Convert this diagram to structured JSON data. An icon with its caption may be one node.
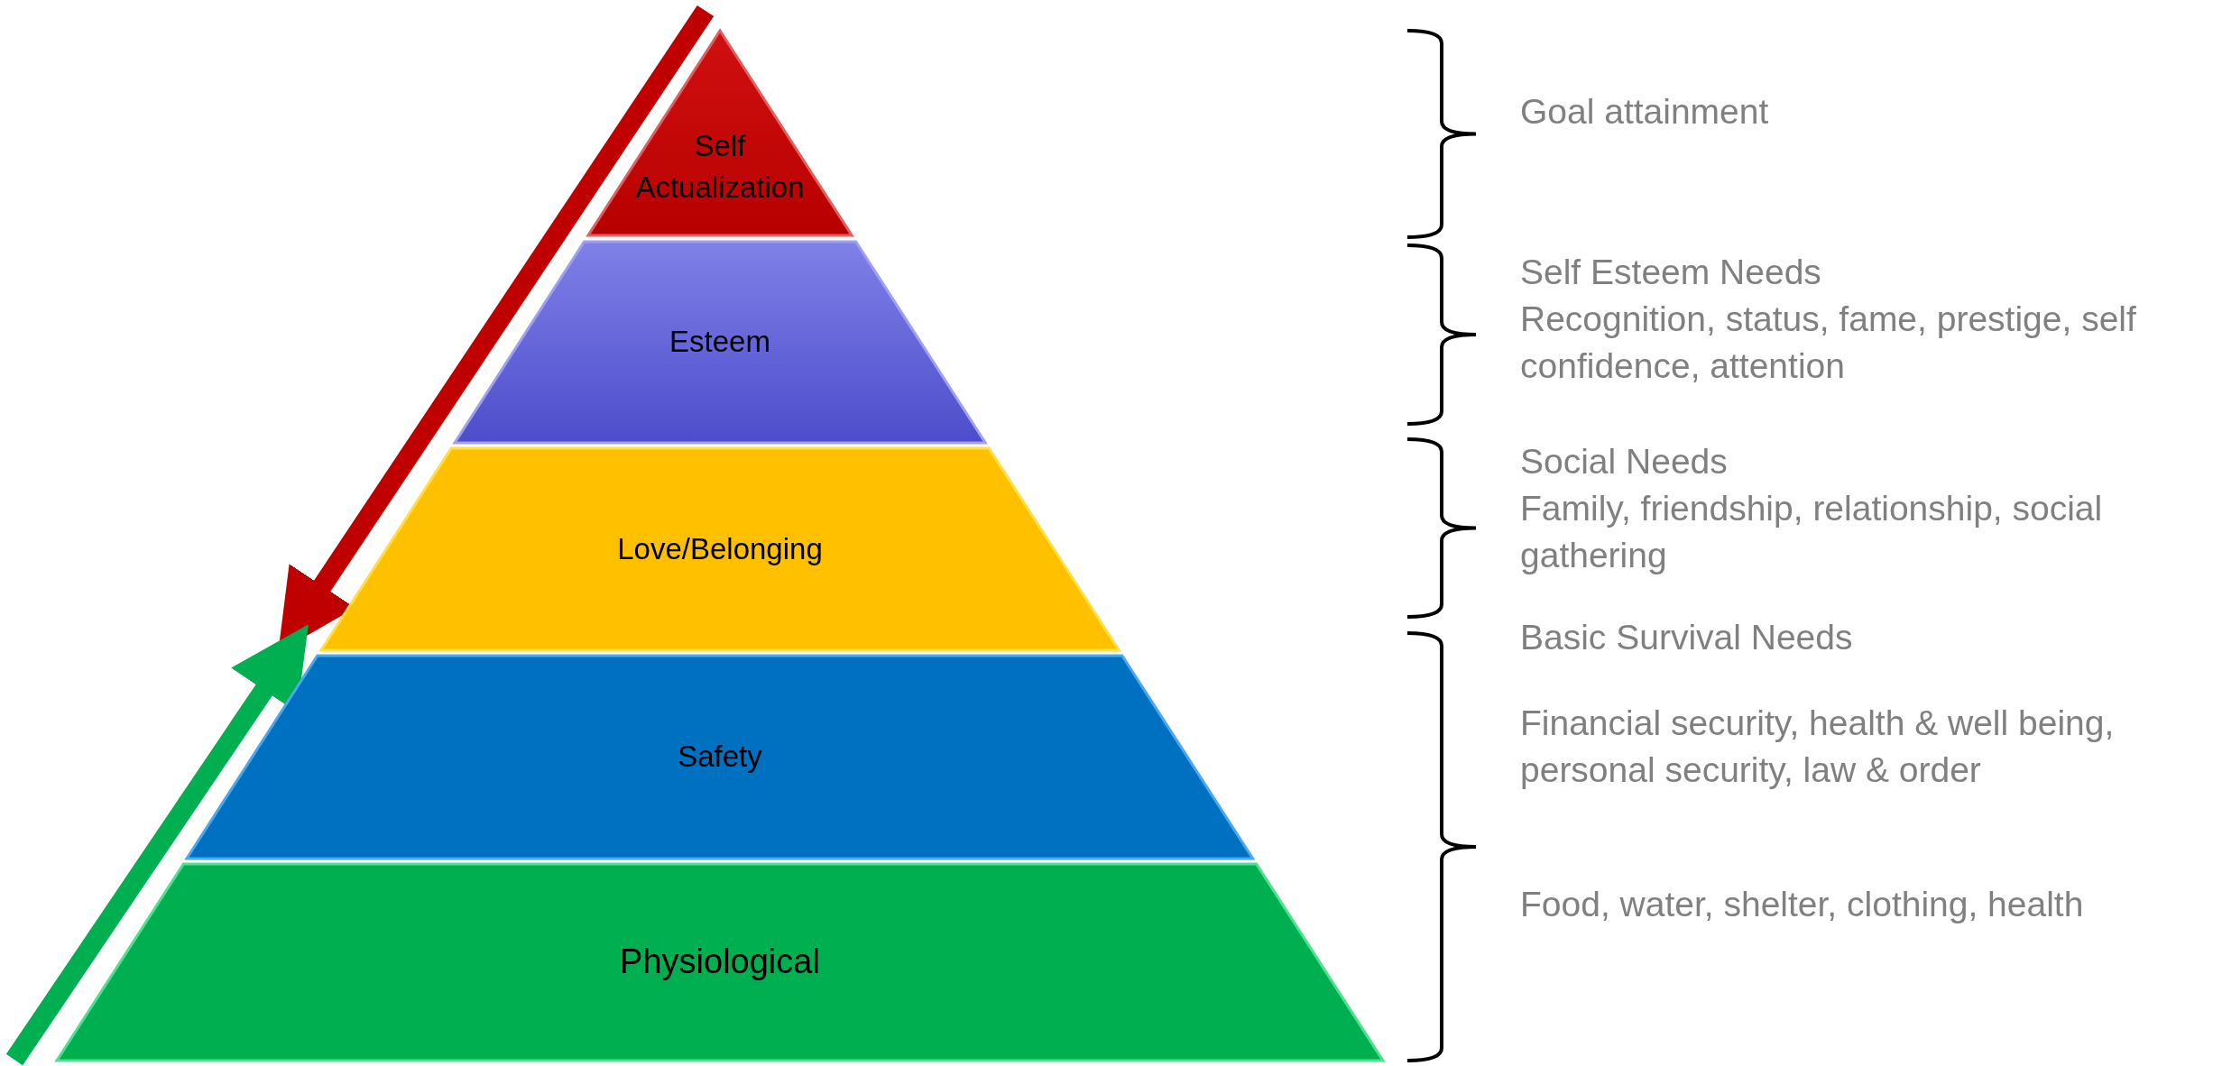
{
  "diagram": {
    "nodes": [
      {
        "text": [
          "Self Actualization"
        ]
      },
      {
        "text": [
          "Esteem"
        ]
      },
      {
        "text": [
          "Love/Belonging"
        ]
      },
      {
        "text": [
          "Safety"
        ]
      },
      {
        "text": [
          "Physiological"
        ]
      }
    ],
    "labels": [
      "Goal attainment",
      "Self Esteem Needs",
      "Recognition, status, fame, prestige, self confidence, attention",
      "Social Needs",
      "Family, friendship, relationship, social gathering",
      "Basic Survival Needs",
      "Financial security, health & well being, personal security, law & order",
      "Food, water, shelter, clothing, health"
    ]
  }
}
